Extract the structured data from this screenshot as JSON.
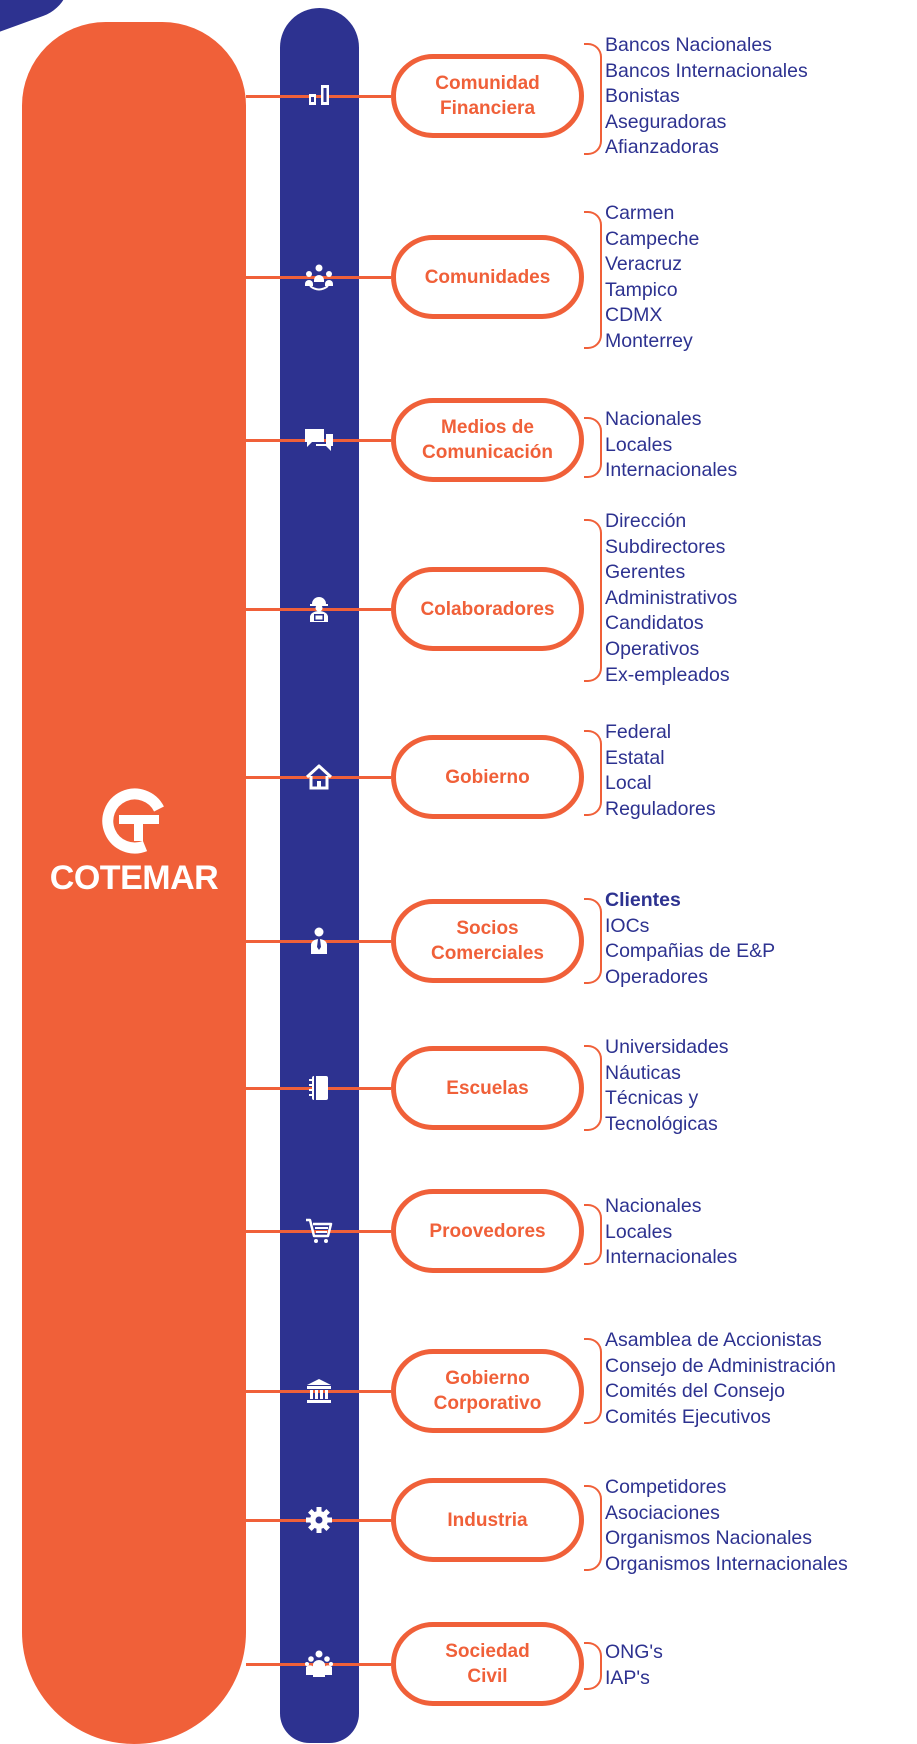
{
  "brand": {
    "name": "COTEMAR",
    "primary_color": "#f06039",
    "secondary_color": "#2d3290"
  },
  "groups": [
    {
      "id": "financiera",
      "icon": "bars-icon",
      "label_lines": [
        "Comunidad",
        "Financiera"
      ],
      "items": [
        "Bancos Nacionales",
        "Bancos Internacionales",
        "Bonistas",
        "Aseguradoras",
        "Afianzadoras"
      ]
    },
    {
      "id": "comunidades",
      "icon": "people-group-icon",
      "label_lines": [
        "Comunidades"
      ],
      "items": [
        "Carmen",
        "Campeche",
        "Veracruz",
        "Tampico",
        "CDMX",
        "Monterrey"
      ]
    },
    {
      "id": "medios",
      "icon": "chat-bubbles-icon",
      "label_lines": [
        "Medios de",
        "Comunicación"
      ],
      "items": [
        "Nacionales",
        "Locales",
        "Internacionales"
      ]
    },
    {
      "id": "colaboradores",
      "icon": "worker-helmet-icon",
      "label_lines": [
        "Colaboradores"
      ],
      "items": [
        "Dirección",
        "Subdirectores",
        "Gerentes",
        "Administrativos",
        "Candidatos",
        "Operativos",
        "Ex-empleados"
      ]
    },
    {
      "id": "gobierno",
      "icon": "house-icon",
      "label_lines": [
        "Gobierno"
      ],
      "items": [
        "Federal",
        "Estatal",
        "Local",
        "Reguladores"
      ]
    },
    {
      "id": "socios",
      "icon": "businessman-icon",
      "label_lines": [
        "Socios",
        "Comerciales"
      ],
      "heading": "Clientes",
      "items": [
        "IOCs",
        "Compañias de E&P",
        "Operadores"
      ]
    },
    {
      "id": "escuelas",
      "icon": "notebook-icon",
      "label_lines": [
        "Escuelas"
      ],
      "items": [
        "Universidades",
        "Náuticas",
        "Técnicas y",
        "Tecnológicas"
      ]
    },
    {
      "id": "proovedores",
      "icon": "shopping-cart-icon",
      "label_lines": [
        "Proovedores"
      ],
      "items": [
        "Nacionales",
        "Locales",
        "Internacionales"
      ]
    },
    {
      "id": "gob-corp",
      "icon": "institution-icon",
      "label_lines": [
        "Gobierno",
        "Corporativo"
      ],
      "items": [
        "Asamblea de Accionistas",
        "Consejo de Administración",
        "Comités del Consejo",
        "Comités Ejecutivos"
      ]
    },
    {
      "id": "industria",
      "icon": "gear-icon",
      "label_lines": [
        "Industria"
      ],
      "items": [
        "Competidores",
        "Asociaciones",
        "Organismos Nacionales",
        "Organismos Internacionales"
      ]
    },
    {
      "id": "sociedad",
      "icon": "crowd-icon",
      "label_lines": [
        "Sociedad",
        "Civil"
      ],
      "items": [
        "ONG's",
        "IAP's"
      ]
    }
  ]
}
